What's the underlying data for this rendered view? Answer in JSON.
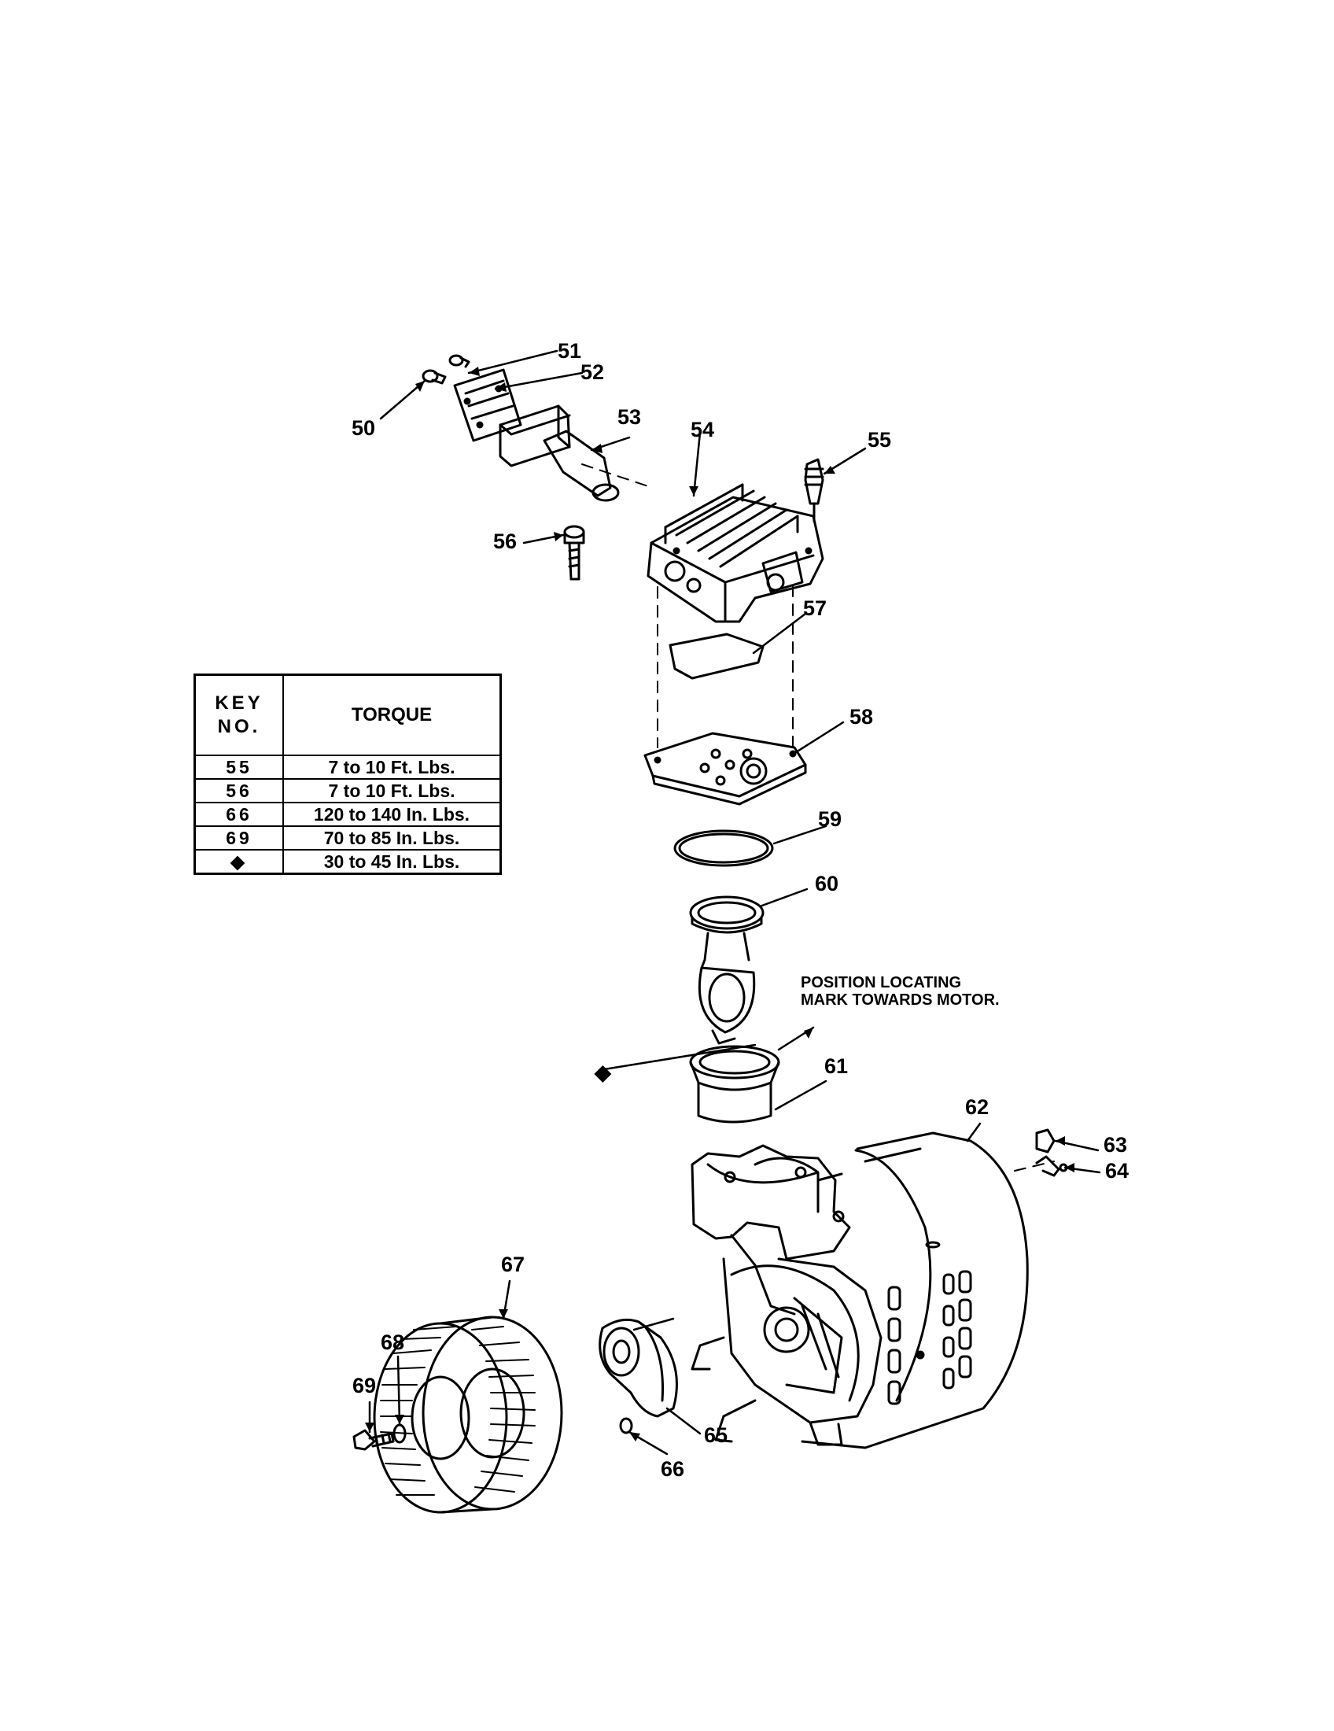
{
  "table": {
    "header_key": "KEY",
    "header_no": "NO.",
    "header_torque": "TORQUE",
    "rows": [
      {
        "key": "55",
        "torque": "7 to 10 Ft. Lbs."
      },
      {
        "key": "56",
        "torque": "7 to 10 Ft. Lbs."
      },
      {
        "key": "66",
        "torque": "120 to 140 In. Lbs."
      },
      {
        "key": "69",
        "torque": "70 to 85 In. Lbs."
      },
      {
        "key": "◆",
        "torque": "30 to 45 In. Lbs."
      }
    ]
  },
  "note": {
    "line1": "POSITION LOCATING",
    "line2": "MARK TOWARDS MOTOR."
  },
  "diamond_marker": "◆",
  "callouts": {
    "c50": "50",
    "c51": "51",
    "c52": "52",
    "c53": "53",
    "c54": "54",
    "c55": "55",
    "c56": "56",
    "c57": "57",
    "c58": "58",
    "c59": "59",
    "c60": "60",
    "c61": "61",
    "c62": "62",
    "c63": "63",
    "c64": "64",
    "c65": "65",
    "c66": "66",
    "c67": "67",
    "c68": "68",
    "c69": "69"
  }
}
